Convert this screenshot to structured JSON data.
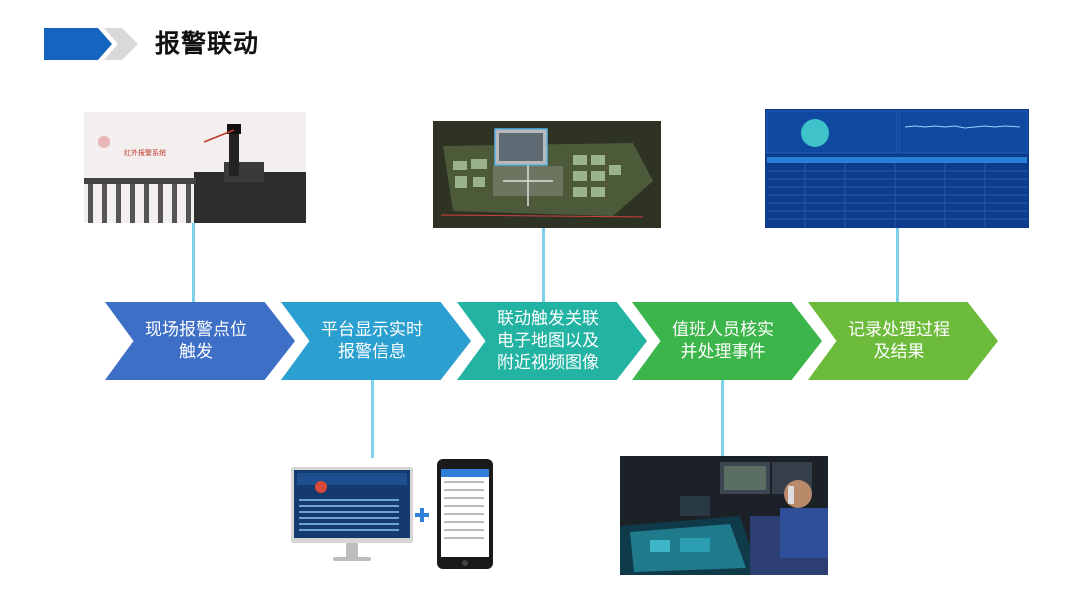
{
  "header": {
    "title": "报警联动"
  },
  "steps": [
    {
      "label": "现场报警点位\n触发",
      "color": "#3d6fc6"
    },
    {
      "label": "平台显示实时\n报警信息",
      "color": "#2a9fd0"
    },
    {
      "label": "联动触发关联\n电子地图以及\n附近视频图像",
      "color": "#22b3a2"
    },
    {
      "label": "值班人员核实\n并处理事件",
      "color": "#3cb54a"
    },
    {
      "label": "记录处理过程\n及结果",
      "color": "#6dbb3a"
    }
  ],
  "images": {
    "sensor_sign": "红外报警系统"
  },
  "colors": {
    "accent_blue": "#1565c0",
    "connector": "#7fd0ea"
  }
}
